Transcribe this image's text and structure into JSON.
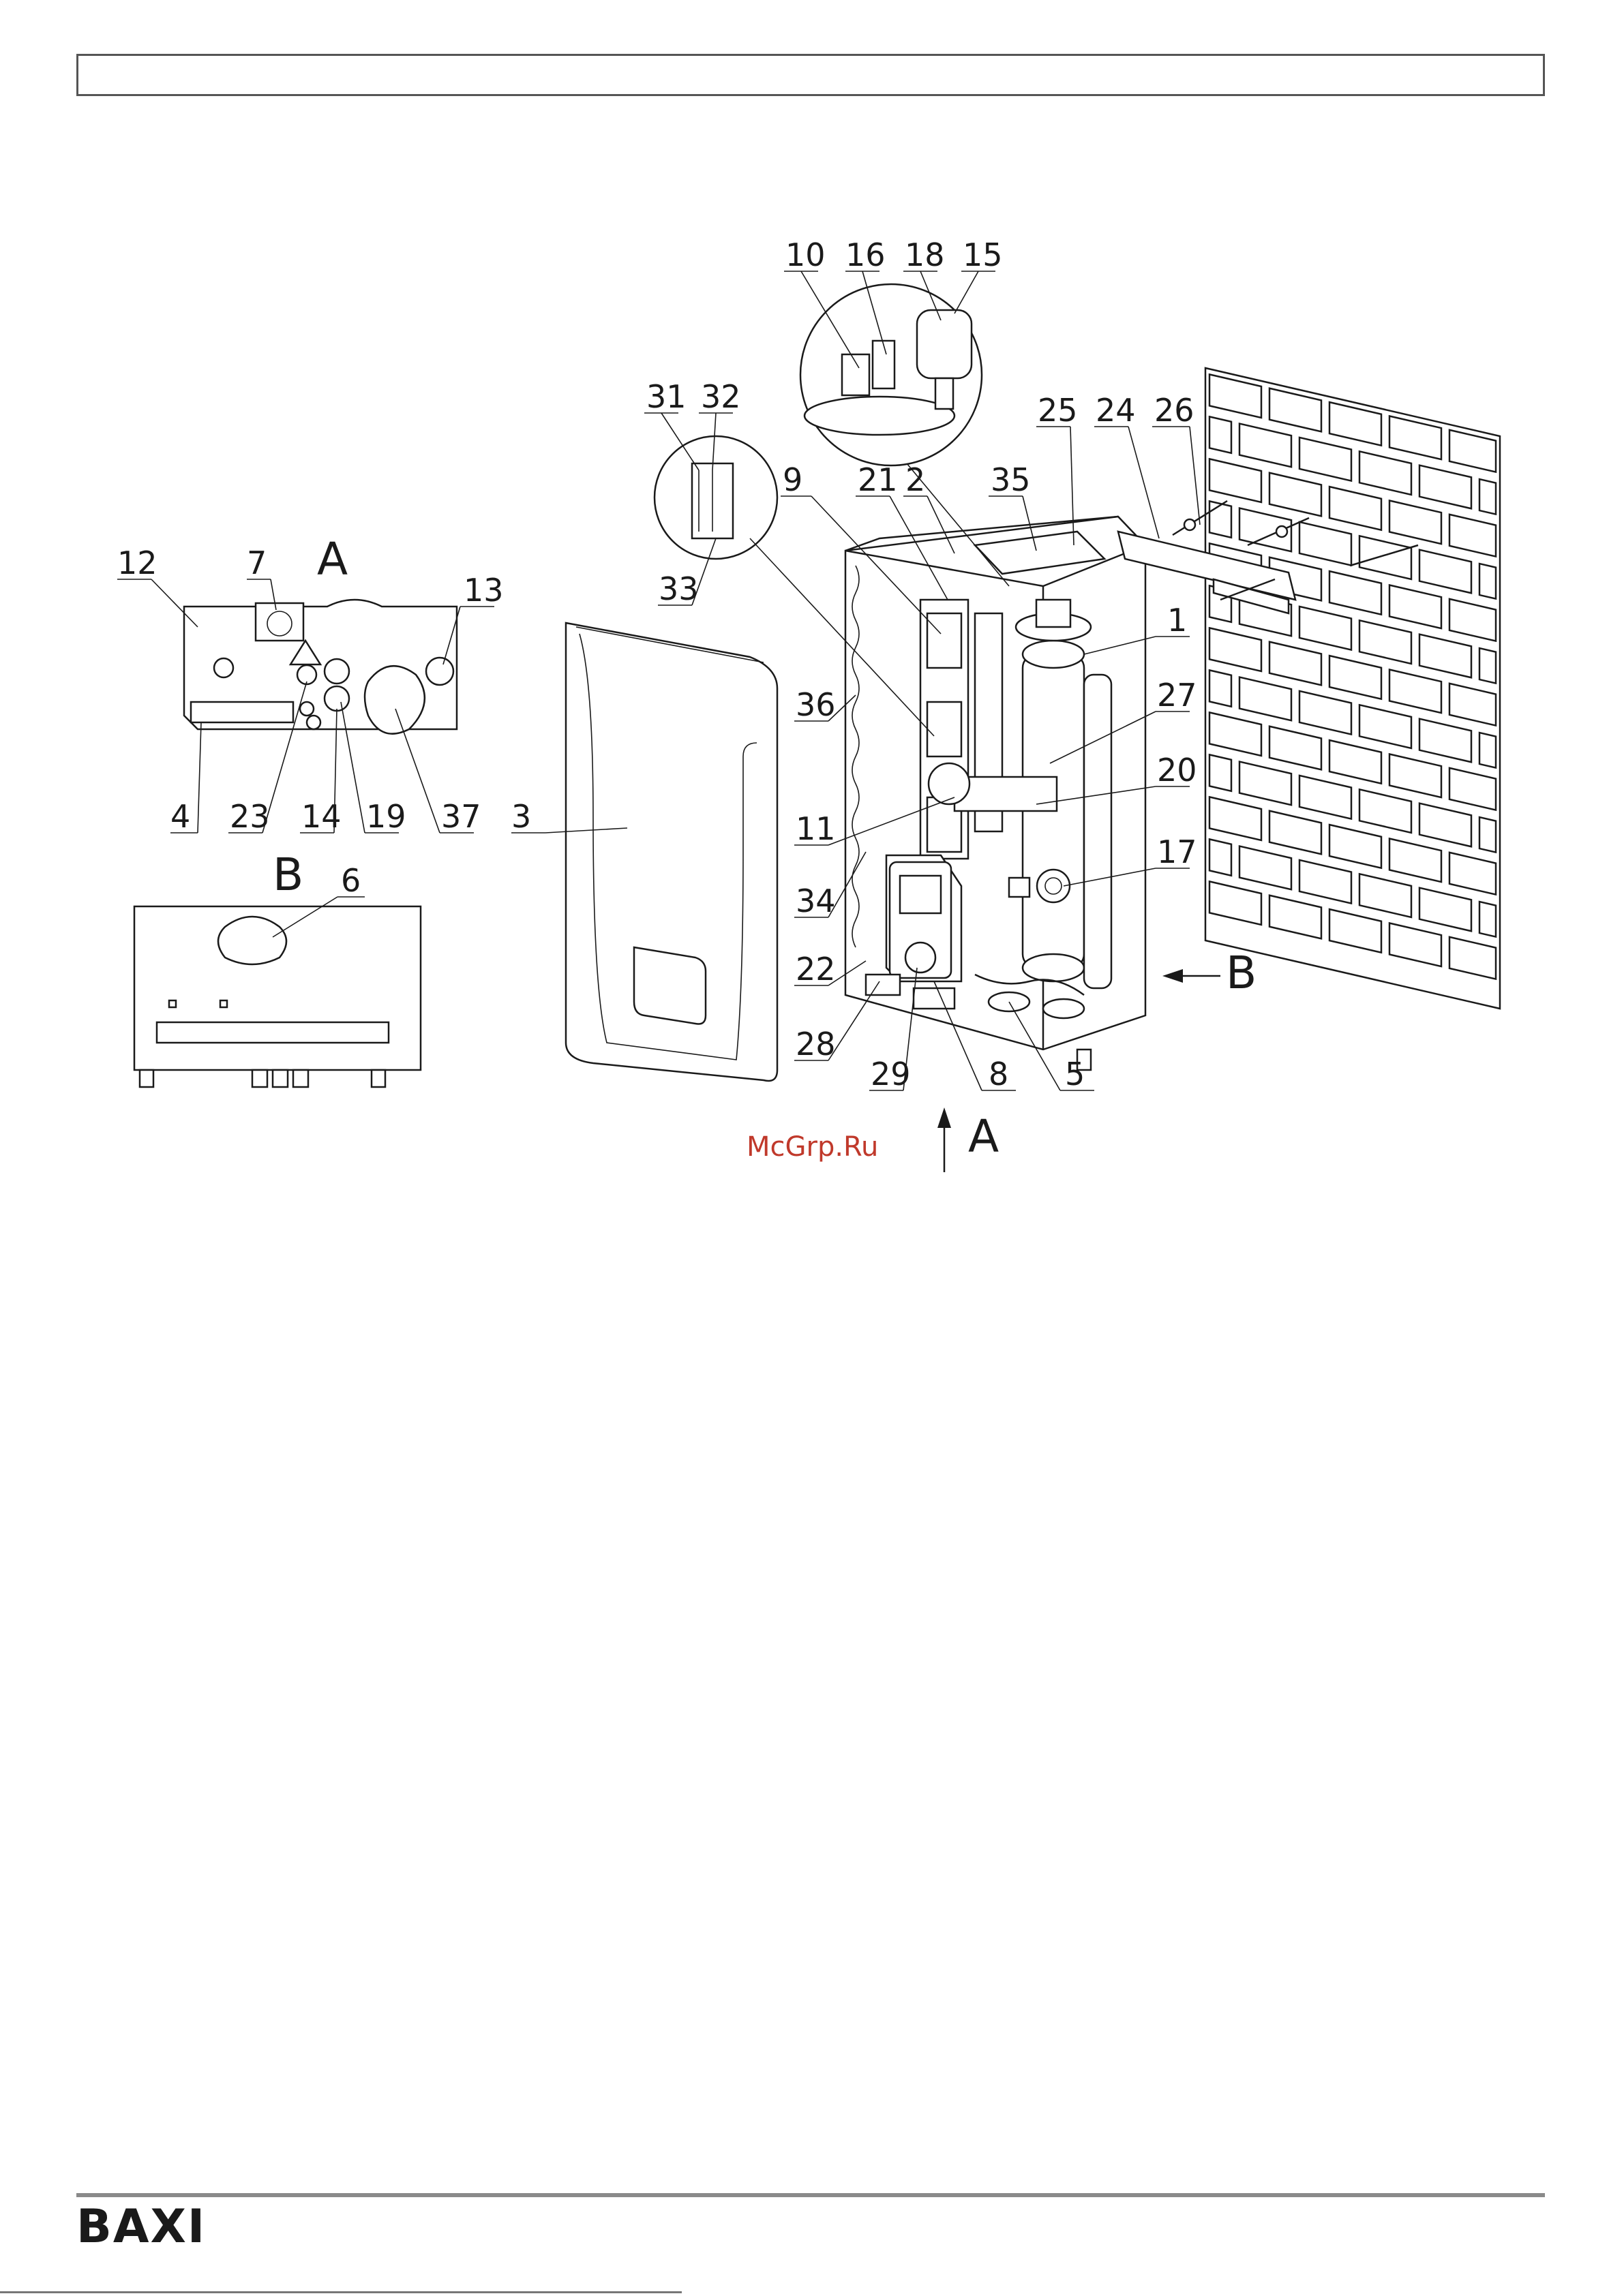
{
  "header": {
    "text": ""
  },
  "view_labels": {
    "a_top": "A",
    "b_side": "B",
    "a_arrow": "A",
    "b_arrow": "B"
  },
  "callouts": {
    "c1": "1",
    "c2": "2",
    "c3": "3",
    "c4": "4",
    "c5": "5",
    "c6": "6",
    "c7": "7",
    "c8": "8",
    "c9": "9",
    "c10": "10",
    "c11": "11",
    "c12": "12",
    "c13": "13",
    "c14": "14",
    "c15": "15",
    "c16": "16",
    "c17": "17",
    "c18": "18",
    "c19": "19",
    "c20": "20",
    "c21": "21",
    "c22": "22",
    "c23": "23",
    "c24": "24",
    "c25": "25",
    "c26": "26",
    "c27": "27",
    "c28": "28",
    "c29": "29",
    "c31": "31",
    "c32": "32",
    "c33": "33",
    "c34": "34",
    "c35": "35",
    "c36": "36",
    "c37": "37"
  },
  "watermark": "McGrp.Ru",
  "footer": {
    "brand": "BAXI"
  },
  "colors": {
    "line": "#1a1a1a",
    "rule": "#8a8a8a",
    "watermark": "#c0392b"
  }
}
